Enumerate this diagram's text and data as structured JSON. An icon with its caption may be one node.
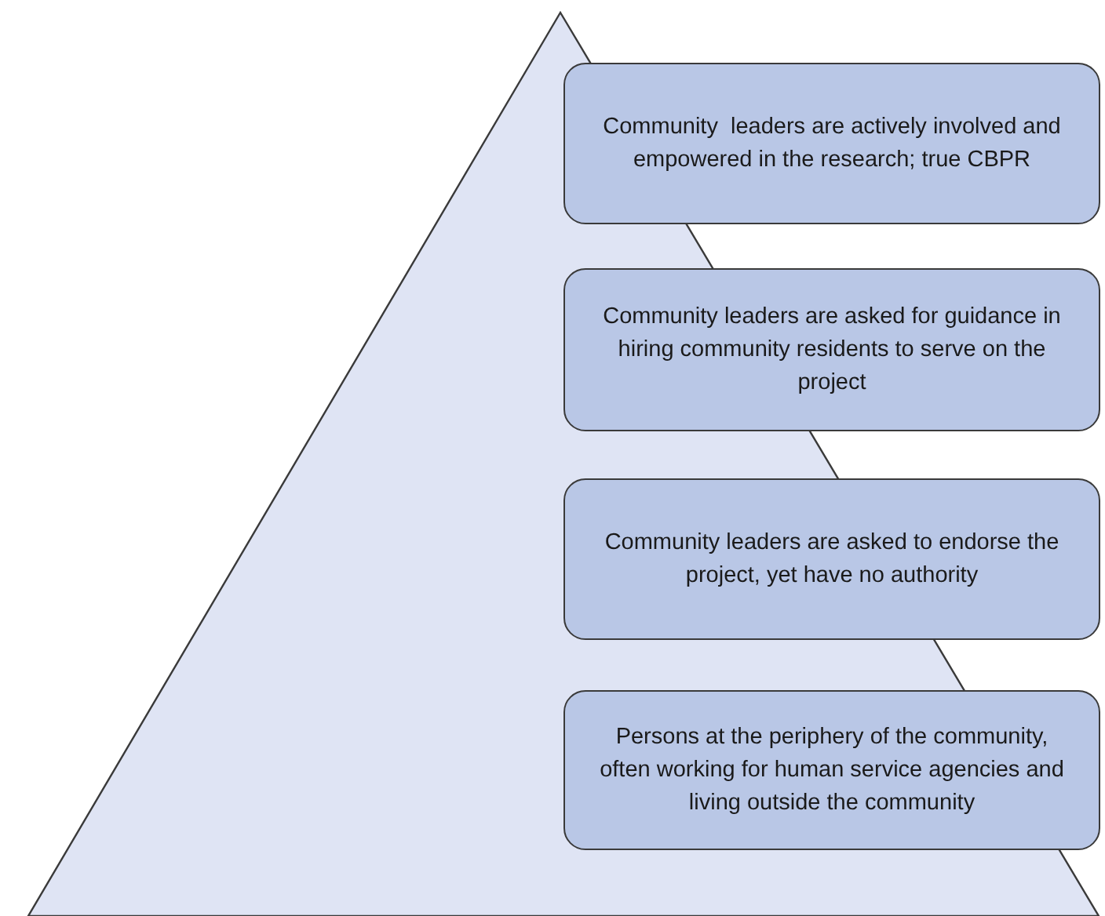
{
  "diagram": {
    "nodes": [
      {
        "text": [
          "Community  leaders are actively involved and empowered in the research; true CBPR"
        ]
      },
      {
        "text": [
          "Community leaders are asked for guidance in hiring community residents to serve on the project"
        ]
      },
      {
        "text": [
          "Community leaders are asked to endorse the project, yet have no authority"
        ]
      },
      {
        "text": [
          "Persons at the periphery of the community, often working for human service agencies and living outside the community"
        ]
      }
    ]
  }
}
